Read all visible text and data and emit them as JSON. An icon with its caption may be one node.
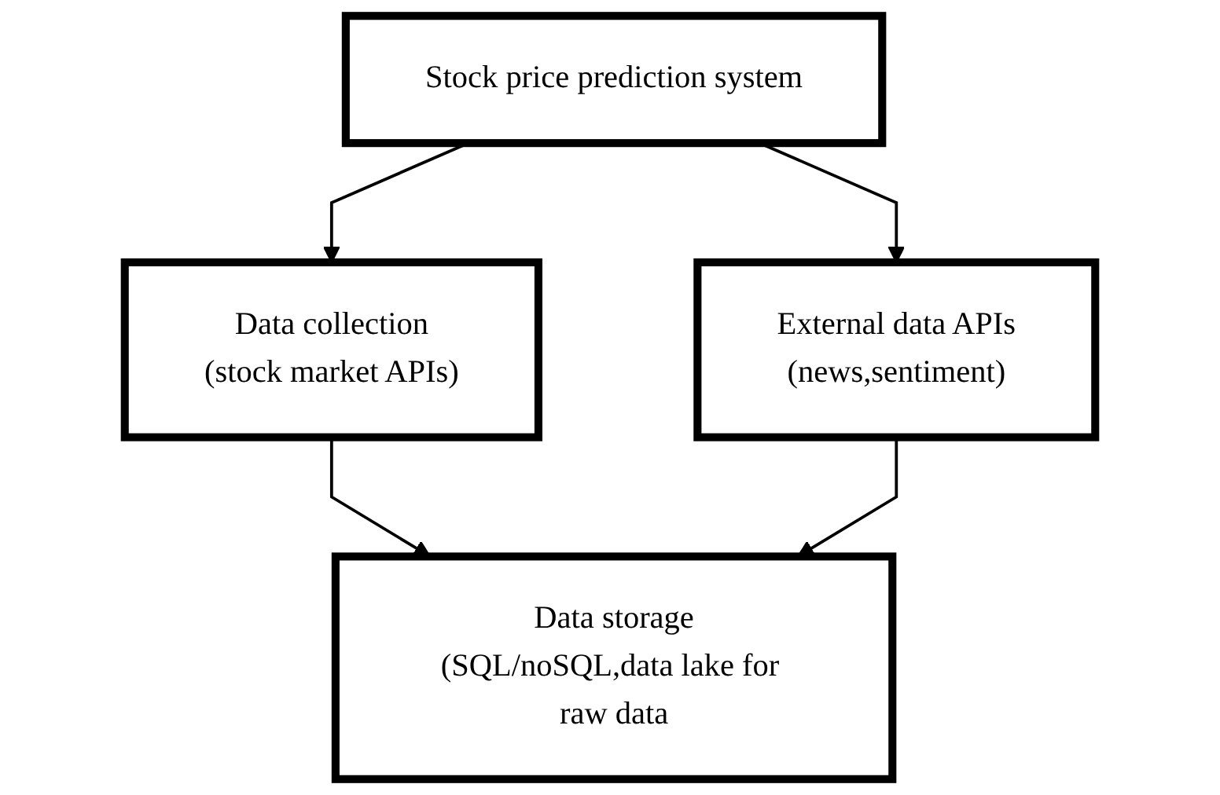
{
  "diagram": {
    "nodes": [
      {
        "text": [
          "Stock price prediction system"
        ]
      },
      {
        "text": [
          "Data collection",
          "(stock market APIs)"
        ]
      },
      {
        "text": [
          "External data APIs",
          "(news,sentiment)"
        ]
      },
      {
        "text": [
          "Data storage",
          "(SQL/noSQL,data lake for raw data"
        ]
      }
    ],
    "edges": [
      {
        "from": 0,
        "to": 1,
        "arrow": "to"
      },
      {
        "from": 0,
        "to": 2,
        "arrow": "to"
      },
      {
        "from": 1,
        "to": 3,
        "arrow": "to"
      },
      {
        "from": 2,
        "to": 3,
        "arrow": "to"
      }
    ]
  }
}
